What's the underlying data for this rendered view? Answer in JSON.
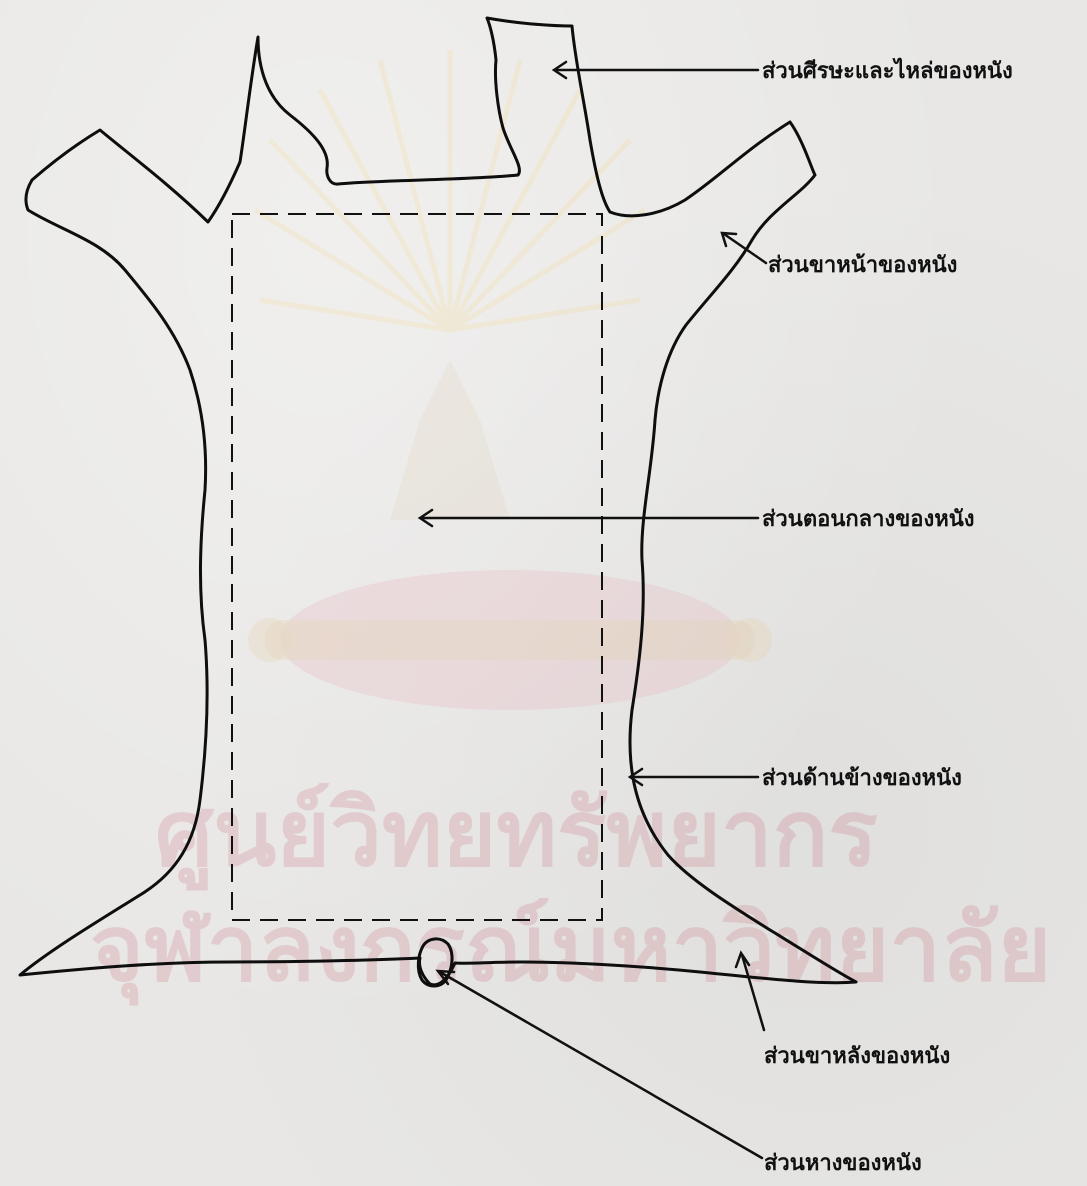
{
  "watermark": {
    "line1": "ศูนย์วิทยทรัพยากร",
    "line2": "จุฬาลงกรณ์มหาวิทยาลัย"
  },
  "labels": {
    "head_shoulder": "ส่วนศีรษะและไหล่ของหนัง",
    "foreleg": "ส่วนขาหน้าของหนัง",
    "center": "ส่วนตอนกลางของหนัง",
    "side": "ส่วนด้านข้างของหนัง",
    "hindleg": "ส่วนขาหลังของหนัง",
    "tail": "ส่วนหางของหนัง"
  }
}
